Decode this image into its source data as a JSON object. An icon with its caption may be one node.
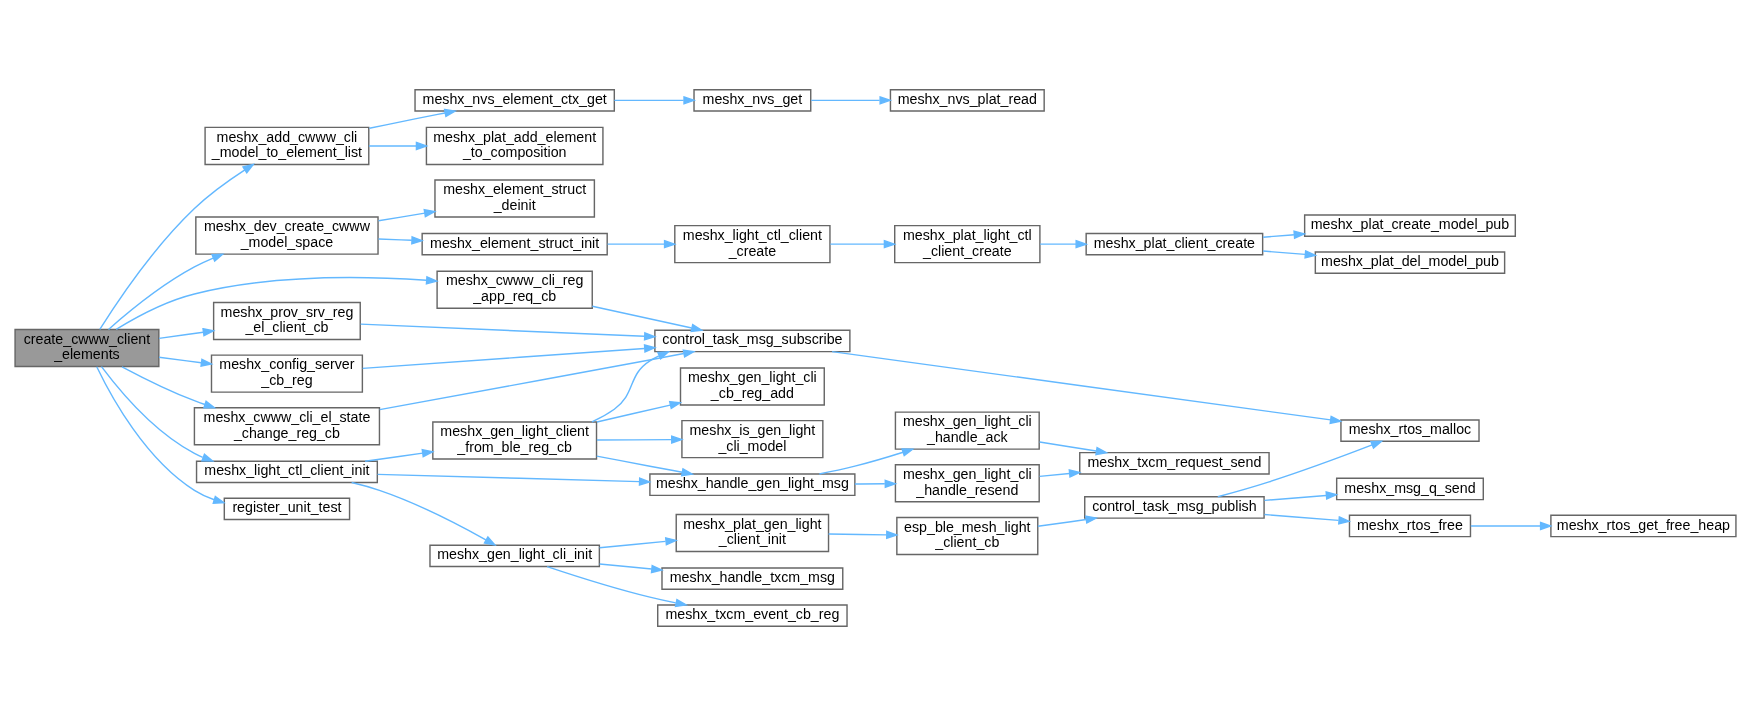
{
  "diagram": {
    "nodes": [
      {
        "text": [
          "create_cwww_client _elements"
        ]
      },
      {
        "text": [
          "meshx_add_cwww_cli _model_to_element_list"
        ]
      },
      {
        "text": [
          "meshx_dev_create_cwww _model_space"
        ]
      },
      {
        "text": [
          "meshx_cwww_cli_reg _app_req_cb"
        ]
      },
      {
        "text": [
          "meshx_prov_srv_reg _el_client_cb"
        ]
      },
      {
        "text": [
          "meshx_config_server _cb_reg"
        ]
      },
      {
        "text": [
          "meshx_cwww_cli_el_state _change_reg_cb"
        ]
      },
      {
        "text": [
          "meshx_light_ctl_client_init"
        ]
      },
      {
        "text": [
          "register_unit_test"
        ]
      },
      {
        "text": [
          "meshx_plat_add_element _to_composition"
        ]
      },
      {
        "text": [
          "meshx_nvs_element_ctx_get"
        ]
      },
      {
        "text": [
          "meshx_element_struct_init"
        ]
      },
      {
        "text": [
          "meshx_element_struct _deinit"
        ]
      },
      {
        "text": [
          "control_task_msg_subscribe"
        ]
      },
      {
        "text": [
          "meshx_gen_light_client _from_ble_reg_cb"
        ]
      },
      {
        "text": [
          "meshx_handle_gen_light_msg"
        ]
      },
      {
        "text": [
          "meshx_gen_light_cli_init"
        ]
      },
      {
        "text": [
          "meshx_nvs_get"
        ]
      },
      {
        "text": [
          "meshx_nvs_plat_read"
        ]
      },
      {
        "text": [
          "meshx_light_ctl_client _create"
        ]
      },
      {
        "text": [
          "meshx_plat_light_ctl _client_create"
        ]
      },
      {
        "text": [
          "meshx_plat_client_create"
        ]
      },
      {
        "text": [
          "meshx_plat_del_model_pub"
        ]
      },
      {
        "text": [
          "meshx_plat_create_model_pub"
        ]
      },
      {
        "text": [
          "meshx_is_gen_light _cli_model"
        ]
      },
      {
        "text": [
          "meshx_gen_light_cli _cb_reg_add"
        ]
      },
      {
        "text": [
          "meshx_gen_light_cli _handle_ack"
        ]
      },
      {
        "text": [
          "meshx_gen_light_cli _handle_resend"
        ]
      },
      {
        "text": [
          "meshx_txcm_request_send"
        ]
      },
      {
        "text": [
          "meshx_rtos_malloc"
        ]
      },
      {
        "text": [
          "meshx_handle_txcm_msg"
        ]
      },
      {
        "text": [
          "meshx_plat_gen_light _client_init"
        ]
      },
      {
        "text": [
          "meshx_txcm_event_cb_reg"
        ]
      },
      {
        "text": [
          "esp_ble_mesh_light _client_cb"
        ]
      },
      {
        "text": [
          "control_task_msg_publish"
        ]
      },
      {
        "text": [
          "meshx_rtos_free"
        ]
      },
      {
        "text": [
          "meshx_rtos_get_free_heap"
        ]
      },
      {
        "text": [
          "meshx_msg_q_send"
        ]
      }
    ],
    "edges": [
      {
        "from": 0,
        "to": 1,
        "arrow": "to"
      },
      {
        "from": 0,
        "to": 2,
        "arrow": "to"
      },
      {
        "from": 0,
        "to": 3,
        "arrow": "to"
      },
      {
        "from": 0,
        "to": 4,
        "arrow": "to"
      },
      {
        "from": 0,
        "to": 5,
        "arrow": "to"
      },
      {
        "from": 0,
        "to": 6,
        "arrow": "to"
      },
      {
        "from": 0,
        "to": 7,
        "arrow": "to"
      },
      {
        "from": 0,
        "to": 8,
        "arrow": "to"
      },
      {
        "from": 1,
        "to": 9,
        "arrow": "to"
      },
      {
        "from": 1,
        "to": 10,
        "arrow": "to"
      },
      {
        "from": 10,
        "to": 17,
        "arrow": "to"
      },
      {
        "from": 17,
        "to": 18,
        "arrow": "to"
      },
      {
        "from": 2,
        "to": 11,
        "arrow": "to"
      },
      {
        "from": 2,
        "to": 12,
        "arrow": "to"
      },
      {
        "from": 11,
        "to": 19,
        "arrow": "to"
      },
      {
        "from": 19,
        "to": 20,
        "arrow": "to"
      },
      {
        "from": 20,
        "to": 21,
        "arrow": "to"
      },
      {
        "from": 21,
        "to": 22,
        "arrow": "to"
      },
      {
        "from": 21,
        "to": 23,
        "arrow": "to"
      },
      {
        "from": 3,
        "to": 13,
        "arrow": "to"
      },
      {
        "from": 4,
        "to": 13,
        "arrow": "to"
      },
      {
        "from": 5,
        "to": 13,
        "arrow": "to"
      },
      {
        "from": 6,
        "to": 13,
        "arrow": "to"
      },
      {
        "from": 13,
        "to": 29,
        "arrow": "to"
      },
      {
        "from": 7,
        "to": 14,
        "arrow": "to"
      },
      {
        "from": 7,
        "to": 15,
        "arrow": "to"
      },
      {
        "from": 7,
        "to": 16,
        "arrow": "to"
      },
      {
        "from": 14,
        "to": 13,
        "arrow": "to"
      },
      {
        "from": 14,
        "to": 24,
        "arrow": "to"
      },
      {
        "from": 14,
        "to": 25,
        "arrow": "to"
      },
      {
        "from": 14,
        "to": 15,
        "arrow": "to"
      },
      {
        "from": 15,
        "to": 26,
        "arrow": "to"
      },
      {
        "from": 15,
        "to": 27,
        "arrow": "to"
      },
      {
        "from": 26,
        "to": 28,
        "arrow": "to"
      },
      {
        "from": 27,
        "to": 28,
        "arrow": "to"
      },
      {
        "from": 16,
        "to": 30,
        "arrow": "to"
      },
      {
        "from": 16,
        "to": 31,
        "arrow": "to"
      },
      {
        "from": 16,
        "to": 32,
        "arrow": "to"
      },
      {
        "from": 31,
        "to": 33,
        "arrow": "to"
      },
      {
        "from": 33,
        "to": 34,
        "arrow": "to"
      },
      {
        "from": 34,
        "to": 29,
        "arrow": "to"
      },
      {
        "from": 34,
        "to": 35,
        "arrow": "to"
      },
      {
        "from": 34,
        "to": 37,
        "arrow": "to"
      },
      {
        "from": 35,
        "to": 36,
        "arrow": "to"
      }
    ]
  }
}
